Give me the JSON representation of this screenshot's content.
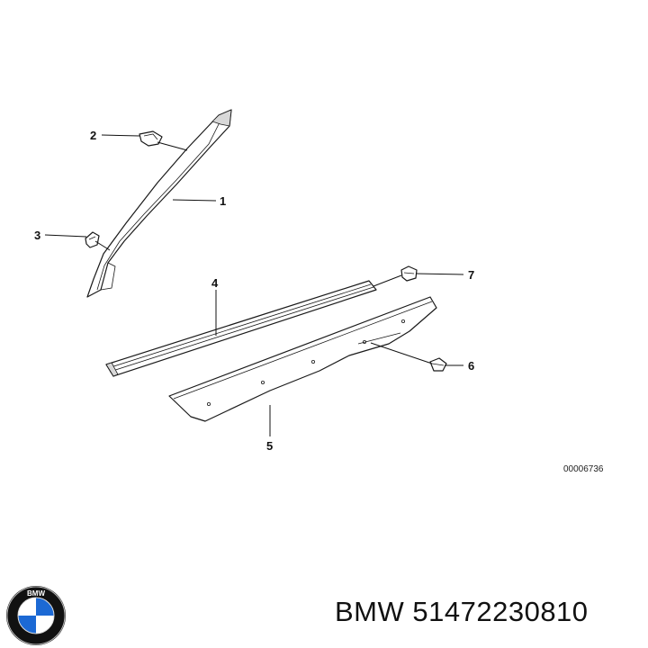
{
  "callouts": [
    "1",
    "2",
    "3",
    "4",
    "5",
    "6",
    "7"
  ],
  "drawing_code": "00006736",
  "brand": "BMW",
  "part_number": "51472230810",
  "logo": {
    "icon": "bmw-roundel-logo",
    "text": "BMW",
    "colors": {
      "blue": "#1c69d4",
      "ring": "#111111",
      "white": "#ffffff"
    }
  }
}
